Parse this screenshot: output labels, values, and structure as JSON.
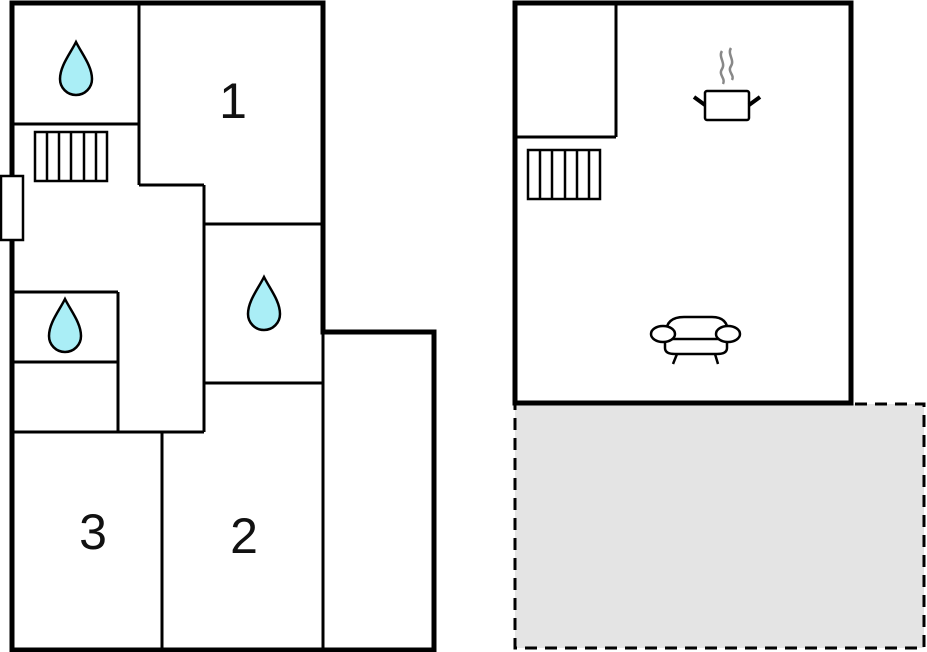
{
  "colors": {
    "wall": "#000000",
    "water": "#aaeef6",
    "terrace": "#e4e4e4",
    "steam": "#888888",
    "background": "#ffffff"
  },
  "ground_floor": {
    "rooms": [
      {
        "id": "bedroom-1",
        "label": "1"
      },
      {
        "id": "bedroom-2",
        "label": "2"
      },
      {
        "id": "bedroom-3",
        "label": "3"
      }
    ],
    "icons": [
      "water-drop-icon",
      "water-drop-icon",
      "water-drop-icon",
      "stairs-icon"
    ]
  },
  "upper_floor": {
    "icons": [
      "cooking-pot-icon",
      "sofa-icon",
      "stairs-icon"
    ],
    "terrace": "dashed-outline-terrace"
  }
}
